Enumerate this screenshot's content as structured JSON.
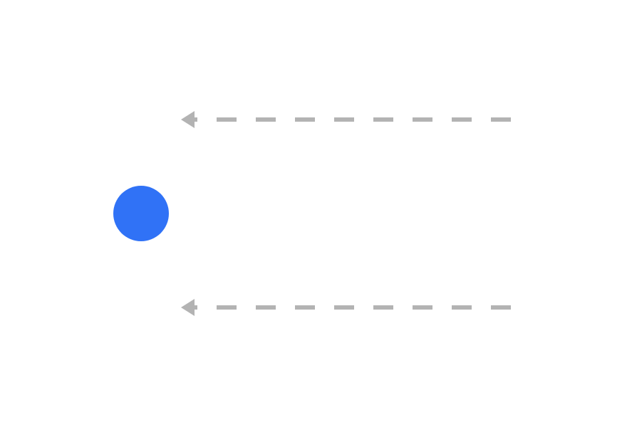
{
  "colors": {
    "background": "#ffffff",
    "dot": "#3072f6",
    "arrow": "#b3b3b3"
  },
  "elements": {
    "dot": {
      "shape": "circle"
    },
    "arrows": [
      {
        "direction": "left",
        "style": "dashed"
      },
      {
        "direction": "left",
        "style": "dashed"
      }
    ]
  }
}
